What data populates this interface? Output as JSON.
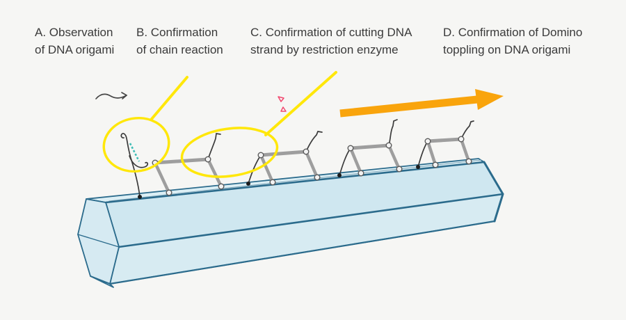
{
  "figure_title": "DNA origami domino diagram",
  "labels": {
    "a": {
      "line1": "A. Observation",
      "line2": "of DNA origami"
    },
    "b": {
      "line1": "B. Confirmation",
      "line2": "of chain reaction"
    },
    "c": {
      "line1": "C. Confirmation of cutting DNA",
      "line2": "strand by restriction enzyme"
    },
    "d": {
      "line1": "D. Confirmation of Domino",
      "line2": "toppling on DNA origami"
    }
  },
  "icons": {
    "squiggle_arrow": "~→",
    "direction_arrow": "➔",
    "enzyme_marker_down": "▽",
    "enzyme_marker_up": "△"
  },
  "colors": {
    "background": "#f6f6f4",
    "text": "#3a3a3a",
    "highlight_yellow": "#ffe70a",
    "arrow_orange": "#f9a40c",
    "enzyme_pink": "#f2486f",
    "strand_teal": "#3fbdb6",
    "strand_dark": "#3b3b3b",
    "bar_gray": "#9e9e9e",
    "beam_stroke": "#2b6b8c",
    "beam_fill_top": "#dceff5",
    "beam_fill_upper_front": "#cfe7f0",
    "beam_fill_lower_front": "#d7ebf2",
    "beam_fill_hex": "#d6eaf2"
  }
}
